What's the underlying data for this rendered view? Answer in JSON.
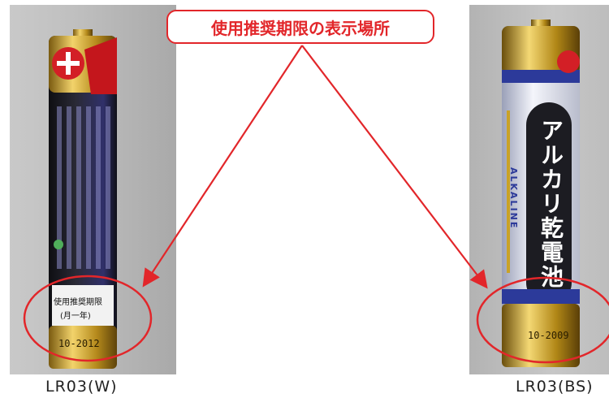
{
  "callout": {
    "text": "使用推奨期限の表示場所"
  },
  "left": {
    "caption": "LR03(W)",
    "label_line1": "使用推奨期限",
    "label_line2": "(月一年)",
    "date_code": "10-2012"
  },
  "right": {
    "caption": "LR03(BS)",
    "brand_text": "アルカリ乾電池",
    "sub_text": "ALKALINE",
    "date_code": "10-2009"
  },
  "colors": {
    "accent_red": "#e2262a",
    "battery_black": "#1c1c22",
    "battery_blue": "#2c3a9a",
    "gold": "#c9a227"
  }
}
